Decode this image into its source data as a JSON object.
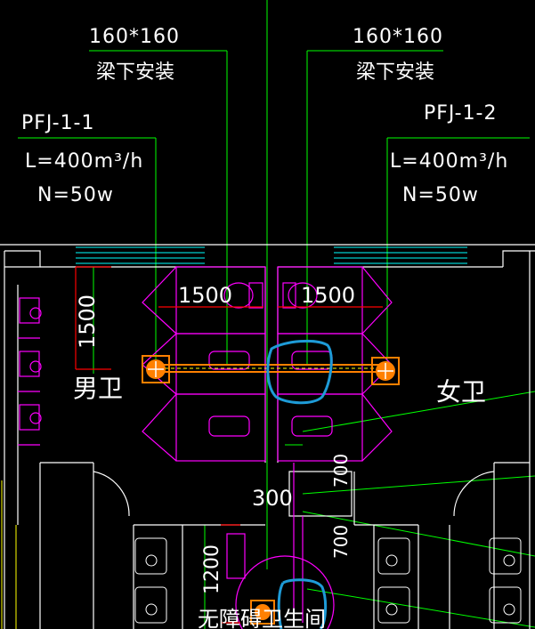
{
  "labels": {
    "duct_size_left": "160*160",
    "duct_size_right": "160*160",
    "install_note_left": "梁下安装",
    "install_note_right": "梁下安装",
    "fan_id_left": "PFJ-1-1",
    "fan_id_right": "PFJ-1-2",
    "flow_left": "L=400m³/h",
    "flow_right": "L=400m³/h",
    "power_left": "N=50w",
    "power_right": "N=50w",
    "room_mens": "男卫",
    "room_womens": "女卫",
    "room_accessible": "无障碍卫生间"
  },
  "dimensions": {
    "stall_width_left": "1500",
    "stall_width_right": "1500",
    "stall_depth": "1500",
    "corridor": "300",
    "accessible_depth": "1200",
    "grab_bar": "700",
    "grab_bar_2": "700"
  },
  "colors": {
    "background": "#000000",
    "wall": "#ffffff",
    "fixtures": "#ff00ff",
    "leader": "#00ff00",
    "duct": "#ff8000",
    "dimension_arrow": "#ff0000",
    "markup": "#1e9bd7",
    "louver": "#00ffff"
  }
}
